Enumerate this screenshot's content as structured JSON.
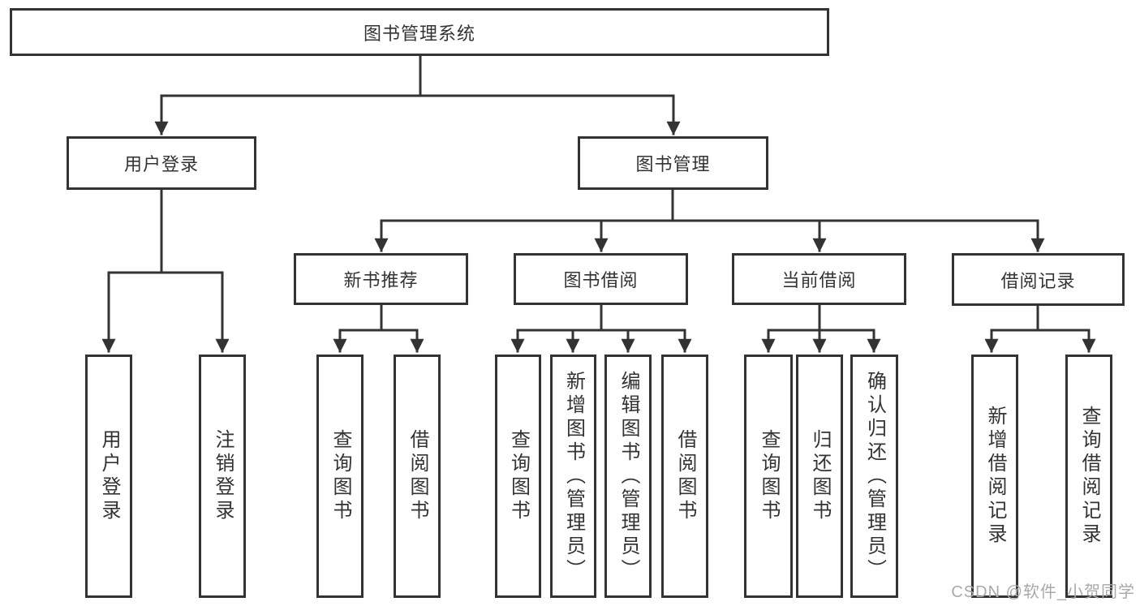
{
  "colors": {
    "line": "#333333",
    "text": "#333333",
    "watermark": "#a9a9a9",
    "background": "#ffffff"
  },
  "tree": {
    "label": "图书管理系统",
    "children": [
      {
        "label": "用户登录",
        "children": [
          {
            "label": "用户登录"
          },
          {
            "label": "注销登录"
          }
        ]
      },
      {
        "label": "图书管理",
        "children": [
          {
            "label": "新书推荐",
            "children": [
              {
                "label": "查询图书"
              },
              {
                "label": "借阅图书"
              }
            ]
          },
          {
            "label": "图书借阅",
            "children": [
              {
                "label": "查询图书"
              },
              {
                "label": "新增图书（管理员）"
              },
              {
                "label": "编辑图书（管理员）"
              },
              {
                "label": "借阅图书"
              }
            ]
          },
          {
            "label": "当前借阅",
            "children": [
              {
                "label": "查询图书"
              },
              {
                "label": "归还图书"
              },
              {
                "label": "确认归还（管理员）"
              }
            ]
          },
          {
            "label": "借阅记录",
            "children": [
              {
                "label": "新增借阅记录"
              },
              {
                "label": "查询借阅记录"
              }
            ]
          }
        ]
      }
    ]
  },
  "watermark": {
    "text": "CSDN @软件_小贺同学"
  }
}
